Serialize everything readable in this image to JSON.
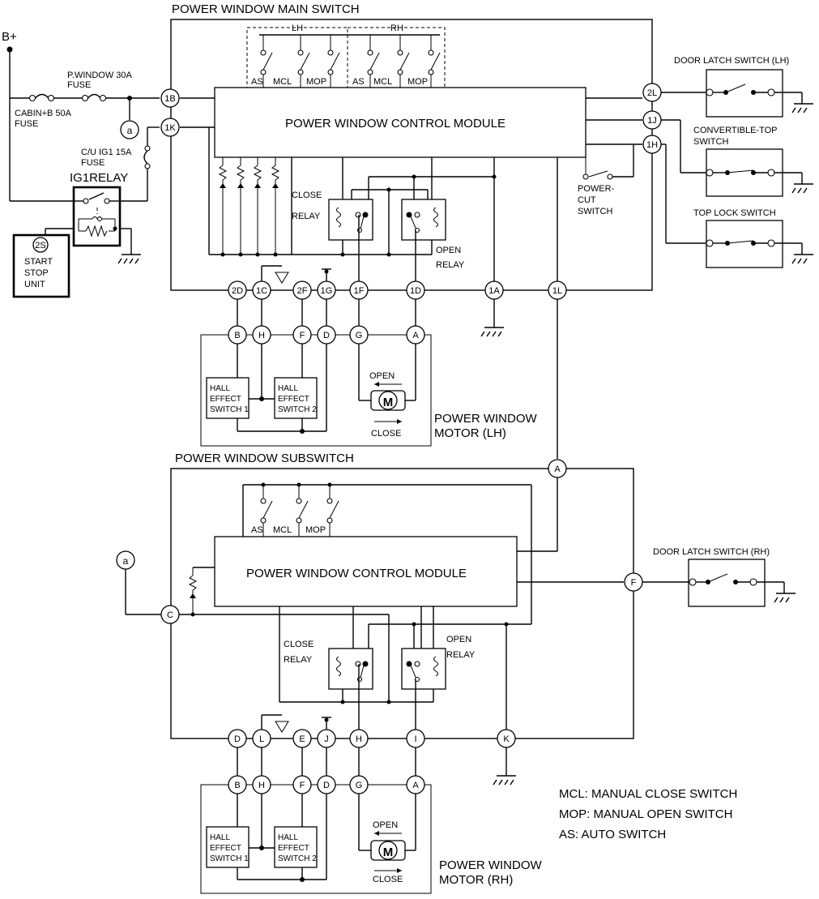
{
  "main_switch": {
    "title": "POWER WINDOW MAIN SWITCH",
    "group_lh": "LH",
    "group_rh": "RH",
    "switches": [
      "AS",
      "MCL",
      "MOP"
    ],
    "module": "POWER WINDOW CONTROL MODULE",
    "close_relay": [
      "CLOSE",
      "RELAY"
    ],
    "open_relay": [
      "OPEN",
      "RELAY"
    ],
    "power_cut": [
      "POWER-",
      "CUT",
      "SWITCH"
    ],
    "connectors_left": [
      "1B",
      "1K"
    ],
    "connectors_right": [
      "2L",
      "1J",
      "1H"
    ],
    "connectors_bottom": [
      "2D",
      "1C",
      "2F",
      "1G",
      "1F",
      "1D",
      "1A",
      "1L"
    ]
  },
  "power": {
    "battery": "B+",
    "pwindow_fuse": [
      "P.WINDOW 30A",
      "FUSE"
    ],
    "cabin_fuse": [
      "CABIN+B 50A",
      "FUSE"
    ],
    "cu_fuse": [
      "C/U IG1 15A",
      "FUSE"
    ],
    "ig1_relay": "IG1RELAY",
    "start_stop_code": "2S",
    "start_stop": [
      "START",
      "STOP",
      "UNIT"
    ],
    "junction_a": "a"
  },
  "right_switches": {
    "door_latch_lh": "DOOR LATCH SWITCH (LH)",
    "convertible_top": [
      "CONVERTIBLE-TOP",
      "SWITCH"
    ],
    "top_lock": "TOP LOCK SWITCH",
    "door_latch_rh": "DOOR LATCH SWITCH (RH)"
  },
  "motor_lh": {
    "title": [
      "POWER WINDOW",
      "MOTOR (LH)"
    ],
    "connectors": [
      "B",
      "H",
      "F",
      "D",
      "G",
      "A"
    ],
    "hall1": [
      "HALL",
      "EFFECT",
      "SWITCH 1"
    ],
    "hall2": [
      "HALL",
      "EFFECT",
      "SWITCH 2"
    ],
    "motor": "M",
    "open": "OPEN",
    "close": "CLOSE"
  },
  "sub_switch": {
    "title": "POWER WINDOW SUBSWITCH",
    "module": "POWER WINDOW CONTROL MODULE",
    "close_relay": [
      "CLOSE",
      "RELAY"
    ],
    "open_relay": [
      "OPEN",
      "RELAY"
    ],
    "connector_top": "A",
    "connector_left": "C",
    "connector_right": "F",
    "connectors_bottom": [
      "D",
      "L",
      "E",
      "J",
      "H",
      "I",
      "K"
    ]
  },
  "motor_rh": {
    "title": [
      "POWER WINDOW",
      "MOTOR (RH)"
    ],
    "connectors": [
      "B",
      "H",
      "F",
      "D",
      "G",
      "A"
    ],
    "hall1": [
      "HALL",
      "EFFECT",
      "SWITCH 1"
    ],
    "hall2": [
      "HALL",
      "EFFECT",
      "SWITCH 2"
    ],
    "motor": "M",
    "open": "OPEN",
    "close": "CLOSE"
  },
  "legend": [
    "MCL: MANUAL CLOSE SWITCH",
    "MOP: MANUAL OPEN SWITCH",
    "AS: AUTO SWITCH"
  ]
}
